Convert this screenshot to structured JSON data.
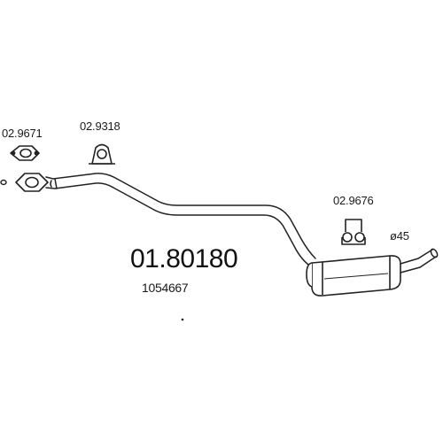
{
  "diagram": {
    "main_part_number": "01.80180",
    "oem_number": "1054667",
    "accessories": [
      {
        "code": "02.9671"
      },
      {
        "code": "02.9318"
      },
      {
        "code": "02.9676"
      }
    ],
    "diameter_label": "ø45",
    "colors": {
      "line": "#222222",
      "background": "#ffffff",
      "text": "#111111"
    }
  }
}
